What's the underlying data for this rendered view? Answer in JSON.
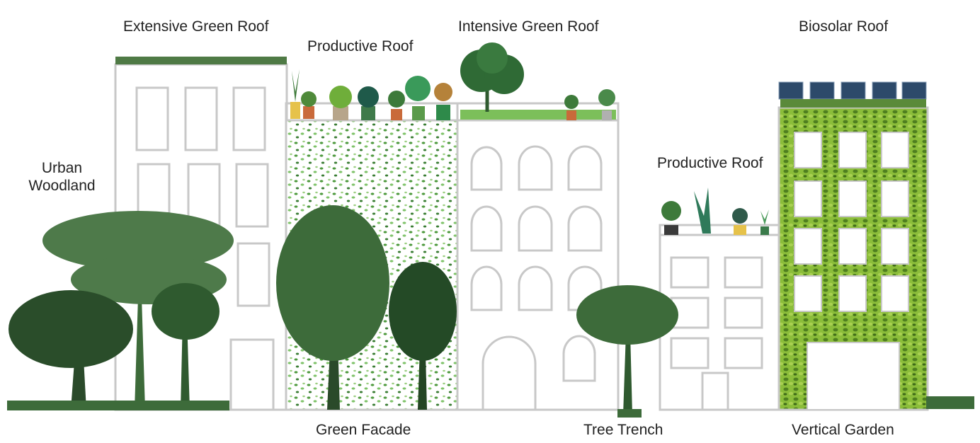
{
  "labels": {
    "extensive_green_roof": "Extensive Green Roof",
    "productive_roof_top": "Productive Roof",
    "intensive_green_roof": "Intensive Green Roof",
    "biosolar_roof": "Biosolar Roof",
    "urban_woodland_line1": "Urban",
    "urban_woodland_line2": "Woodland",
    "productive_roof_right": "Productive Roof",
    "green_facade": "Green Facade",
    "tree_trench": "Tree Trench",
    "vertical_garden": "Vertical Garden"
  },
  "colors": {
    "building_outline": "#c8c8c8",
    "dark_tree": "#2f5a2f",
    "mid_tree": "#4a7a4a",
    "facade_green": "#5aa84a",
    "vertical_garden_green": "#6b9a2a",
    "grass": "#3d6b3a",
    "solar_panel": "#2d4a6a"
  }
}
